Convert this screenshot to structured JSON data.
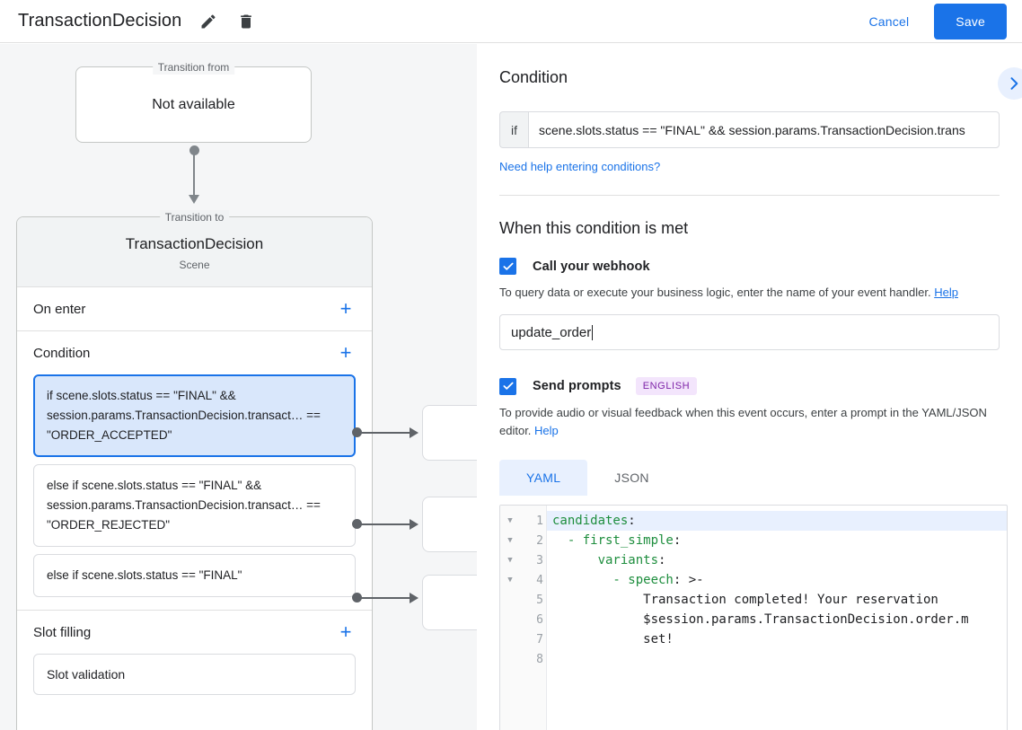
{
  "topbar": {
    "title": "TransactionDecision",
    "edit_icon": "pencil-icon",
    "delete_icon": "trash-icon",
    "cancel_label": "Cancel",
    "save_label": "Save",
    "accent_color": "#1a73e8"
  },
  "canvas": {
    "transition_from": {
      "legend": "Transition from",
      "value": "Not available"
    },
    "transition_to": {
      "legend": "Transition to",
      "title": "TransactionDecision",
      "subtitle": "Scene"
    },
    "sections": [
      {
        "title": "On enter",
        "add_label": "+"
      },
      {
        "title": "Condition",
        "add_label": "+"
      },
      {
        "title": "Slot filling",
        "add_label": "+"
      }
    ],
    "conditions": [
      {
        "text": "if scene.slots.status == \"FINAL\" && session.params.TransactionDecision.transact… == \"ORDER_ACCEPTED\"",
        "selected": true
      },
      {
        "text": "else if scene.slots.status == \"FINAL\" && session.params.TransactionDecision.transact… == \"ORDER_REJECTED\"",
        "selected": false
      },
      {
        "text": "else if scene.slots.status == \"FINAL\"",
        "selected": false
      }
    ],
    "slot_filling_items": [
      {
        "label": "Slot validation"
      }
    ]
  },
  "right_panel": {
    "condition_heading": "Condition",
    "expand_icon": "chevron-right-icon",
    "if_label": "if",
    "if_value": "scene.slots.status == \"FINAL\" && session.params.TransactionDecision.trans",
    "help_conditions_link": "Need help entering conditions?",
    "when_met_heading": "When this condition is met",
    "webhook": {
      "checkbox_checked": true,
      "label": "Call your webhook",
      "description": "To query data or execute your business logic, enter the name of your event handler.",
      "help_link": "Help",
      "handler_value": "update_order"
    },
    "prompts": {
      "checkbox_checked": true,
      "label": "Send prompts",
      "badge": "ENGLISH",
      "description": "To provide audio or visual feedback when this event occurs, enter a prompt in the YAML/JSON editor.",
      "help_link": "Help",
      "tabs": [
        {
          "label": "YAML",
          "active": true
        },
        {
          "label": "JSON",
          "active": false
        }
      ],
      "editor": {
        "highlight_line": 1,
        "lines": [
          {
            "num": "1",
            "foldable": true,
            "text": "candidates:",
            "key_end": 10
          },
          {
            "num": "2",
            "foldable": true,
            "text": "  - first_simple:",
            "key_end": 16
          },
          {
            "num": "3",
            "foldable": true,
            "text": "      variants:",
            "key_end": 14
          },
          {
            "num": "4",
            "foldable": true,
            "text": "        - speech: >-",
            "key_end": 16
          },
          {
            "num": "5",
            "foldable": false,
            "text": "            Transaction completed! Your reservation",
            "key_end": 0
          },
          {
            "num": "6",
            "foldable": false,
            "text": "            $session.params.TransactionDecision.order.m",
            "key_end": 0
          },
          {
            "num": "7",
            "foldable": false,
            "text": "            set!",
            "key_end": 0
          },
          {
            "num": "8",
            "foldable": false,
            "text": "",
            "key_end": 0
          }
        ]
      }
    }
  }
}
